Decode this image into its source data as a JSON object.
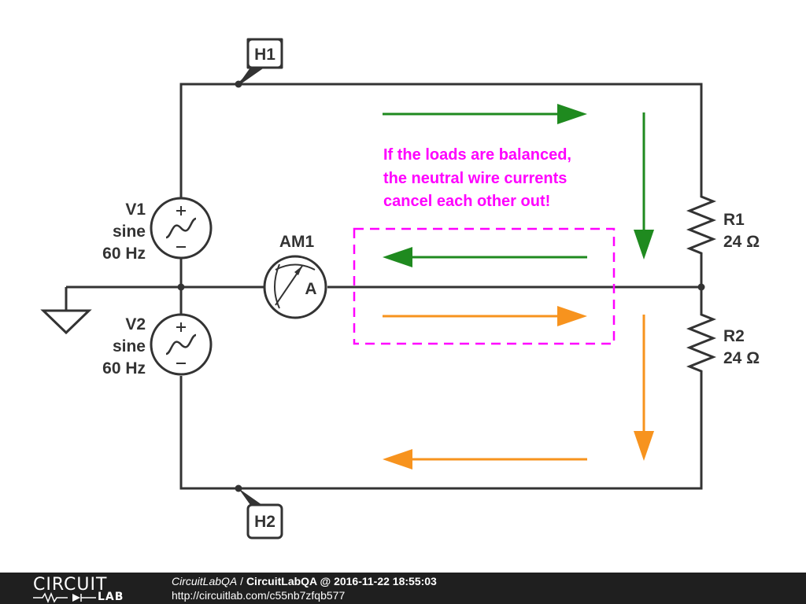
{
  "colors": {
    "wire": "#333333",
    "green": "#1f8a1f",
    "orange": "#f7931e",
    "magenta": "#ff00ff",
    "footer_bg": "#1f1f1f"
  },
  "nodes": {
    "h1": "H1",
    "h2": "H2"
  },
  "sources": {
    "v1": {
      "name": "V1",
      "type": "sine",
      "freq": "60 Hz"
    },
    "v2": {
      "name": "V2",
      "type": "sine",
      "freq": "60 Hz"
    }
  },
  "ammeter": {
    "name": "AM1",
    "symbol": "A"
  },
  "resistors": {
    "r1": {
      "name": "R1",
      "value": "24 Ω"
    },
    "r2": {
      "name": "R2",
      "value": "24 Ω"
    }
  },
  "annotation": {
    "line1": "If the loads are balanced,",
    "line2": "the neutral wire currents",
    "line3": "cancel each other out!"
  },
  "footer": {
    "logo_top": "CIRCUIT",
    "logo_bottom": "LAB",
    "user": "CircuitLabQA",
    "separator": " / ",
    "title": "CircuitLabQA @ 2016-11-22 18:55:03",
    "url": "http://circuitlab.com/c55nb7zfqb577"
  }
}
